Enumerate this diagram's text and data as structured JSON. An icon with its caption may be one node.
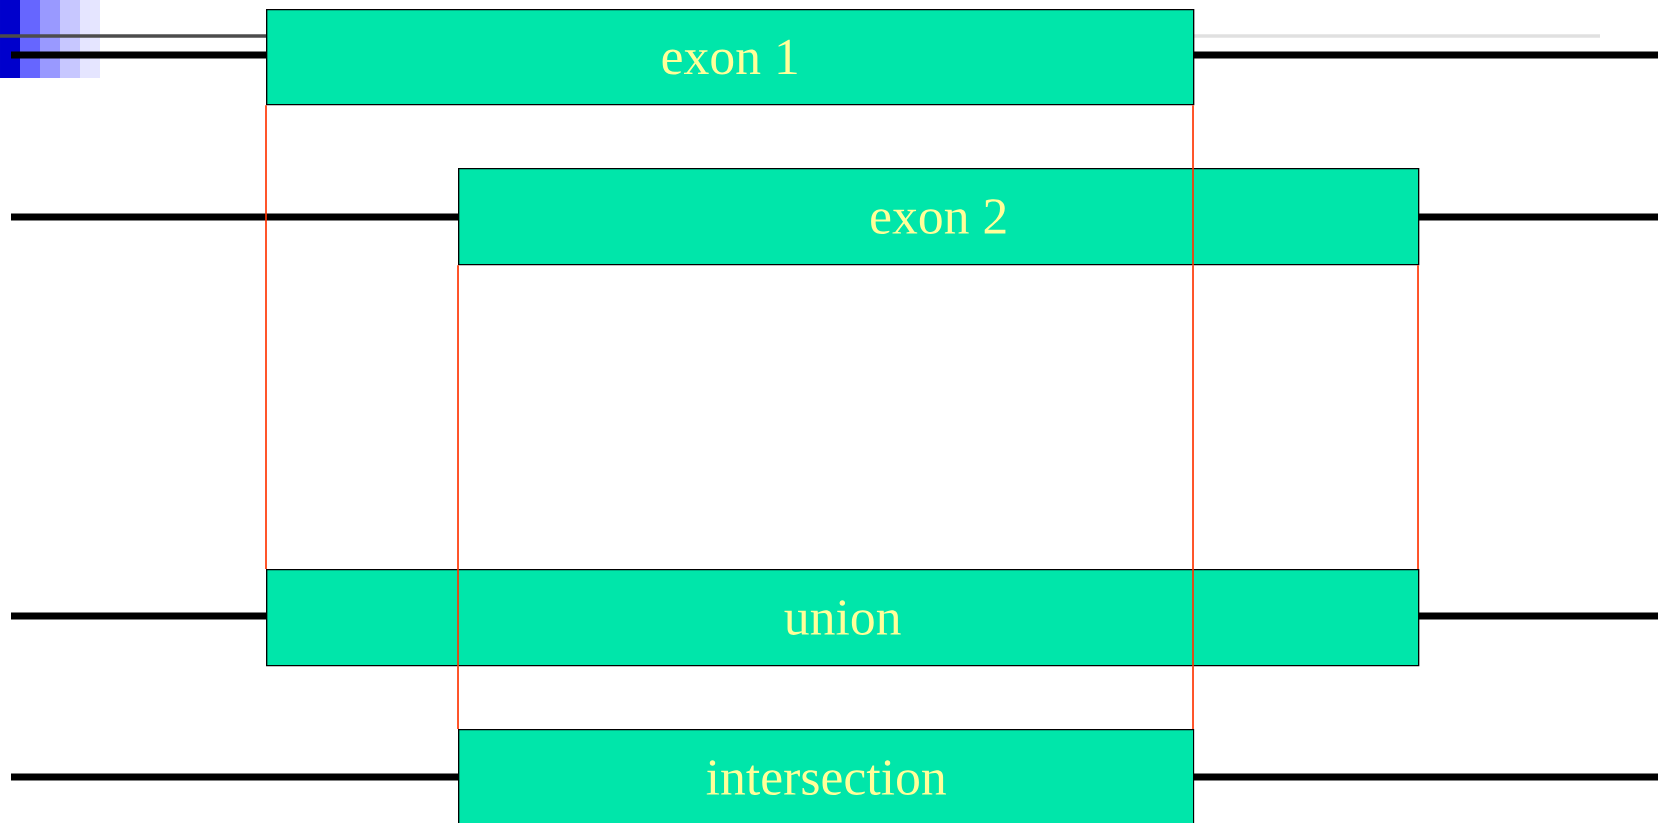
{
  "diagram": {
    "nodes": [
      {
        "text": [
          "exon 1"
        ]
      },
      {
        "text": [
          "exon 2"
        ]
      },
      {
        "text": [
          "union"
        ]
      },
      {
        "text": [
          "intersection"
        ]
      }
    ],
    "edges": [
      {
        "from": 0,
        "to": 2,
        "arrow": "none",
        "color": "#ff3300"
      },
      {
        "from": 0,
        "to": 1,
        "arrow": "none",
        "color": "#ff3300"
      },
      {
        "from": 1,
        "to": 2,
        "arrow": "none",
        "color": "#ff3300"
      },
      {
        "from": 2,
        "to": 3,
        "arrow": "none",
        "color": "#ff3300"
      },
      {
        "from": 1,
        "to": 2,
        "arrow": "none",
        "color": "#ff3300"
      },
      {
        "from": 2,
        "to": 3,
        "arrow": "none",
        "color": "#ff3300"
      },
      {
        "from": 1,
        "to": 2,
        "arrow": "none",
        "color": "#ff3300"
      }
    ]
  }
}
